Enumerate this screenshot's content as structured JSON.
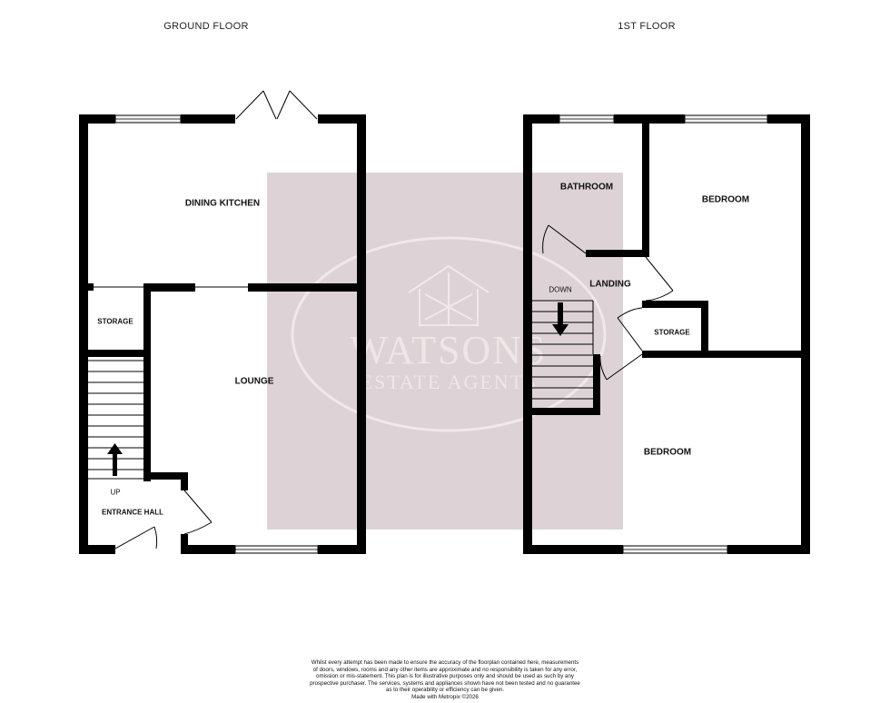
{
  "floors": {
    "ground": {
      "title": "GROUND FLOOR"
    },
    "first": {
      "title": "1ST FLOOR"
    }
  },
  "rooms": {
    "dining_kitchen": "DINING KITCHEN",
    "storage_ground": "STORAGE",
    "lounge": "LOUNGE",
    "entrance_hall": "ENTRANCE HALL",
    "bathroom": "BATHROOM",
    "bedroom_front": "BEDROOM",
    "landing": "LANDING",
    "storage_first": "STORAGE",
    "bedroom_rear": "BEDROOM"
  },
  "stairs": {
    "up_label": "UP",
    "down_label": "DOWN"
  },
  "watermark": {
    "name": "WATSONS",
    "subtitle": "ESTATE AGENTS",
    "color": "#d9cbd0"
  },
  "colors": {
    "wall": "#000000",
    "window": "#f2f2f2"
  },
  "disclaimer": {
    "lines": [
      "Whilst every attempt has been made to ensure the accuracy of the floorplan contained here, measurements",
      "of doors, windows, rooms and any other items are approximate and no responsibility is taken for any error,",
      "omission or mis-statement. This plan is for illustrative purposes only and should be used as such by any",
      "prospective purchaser. The services, systems and appliances shown have not been tested and no guarantee",
      "as to their operability or efficiency can be given.",
      "Made with Metropix ©2026"
    ]
  }
}
